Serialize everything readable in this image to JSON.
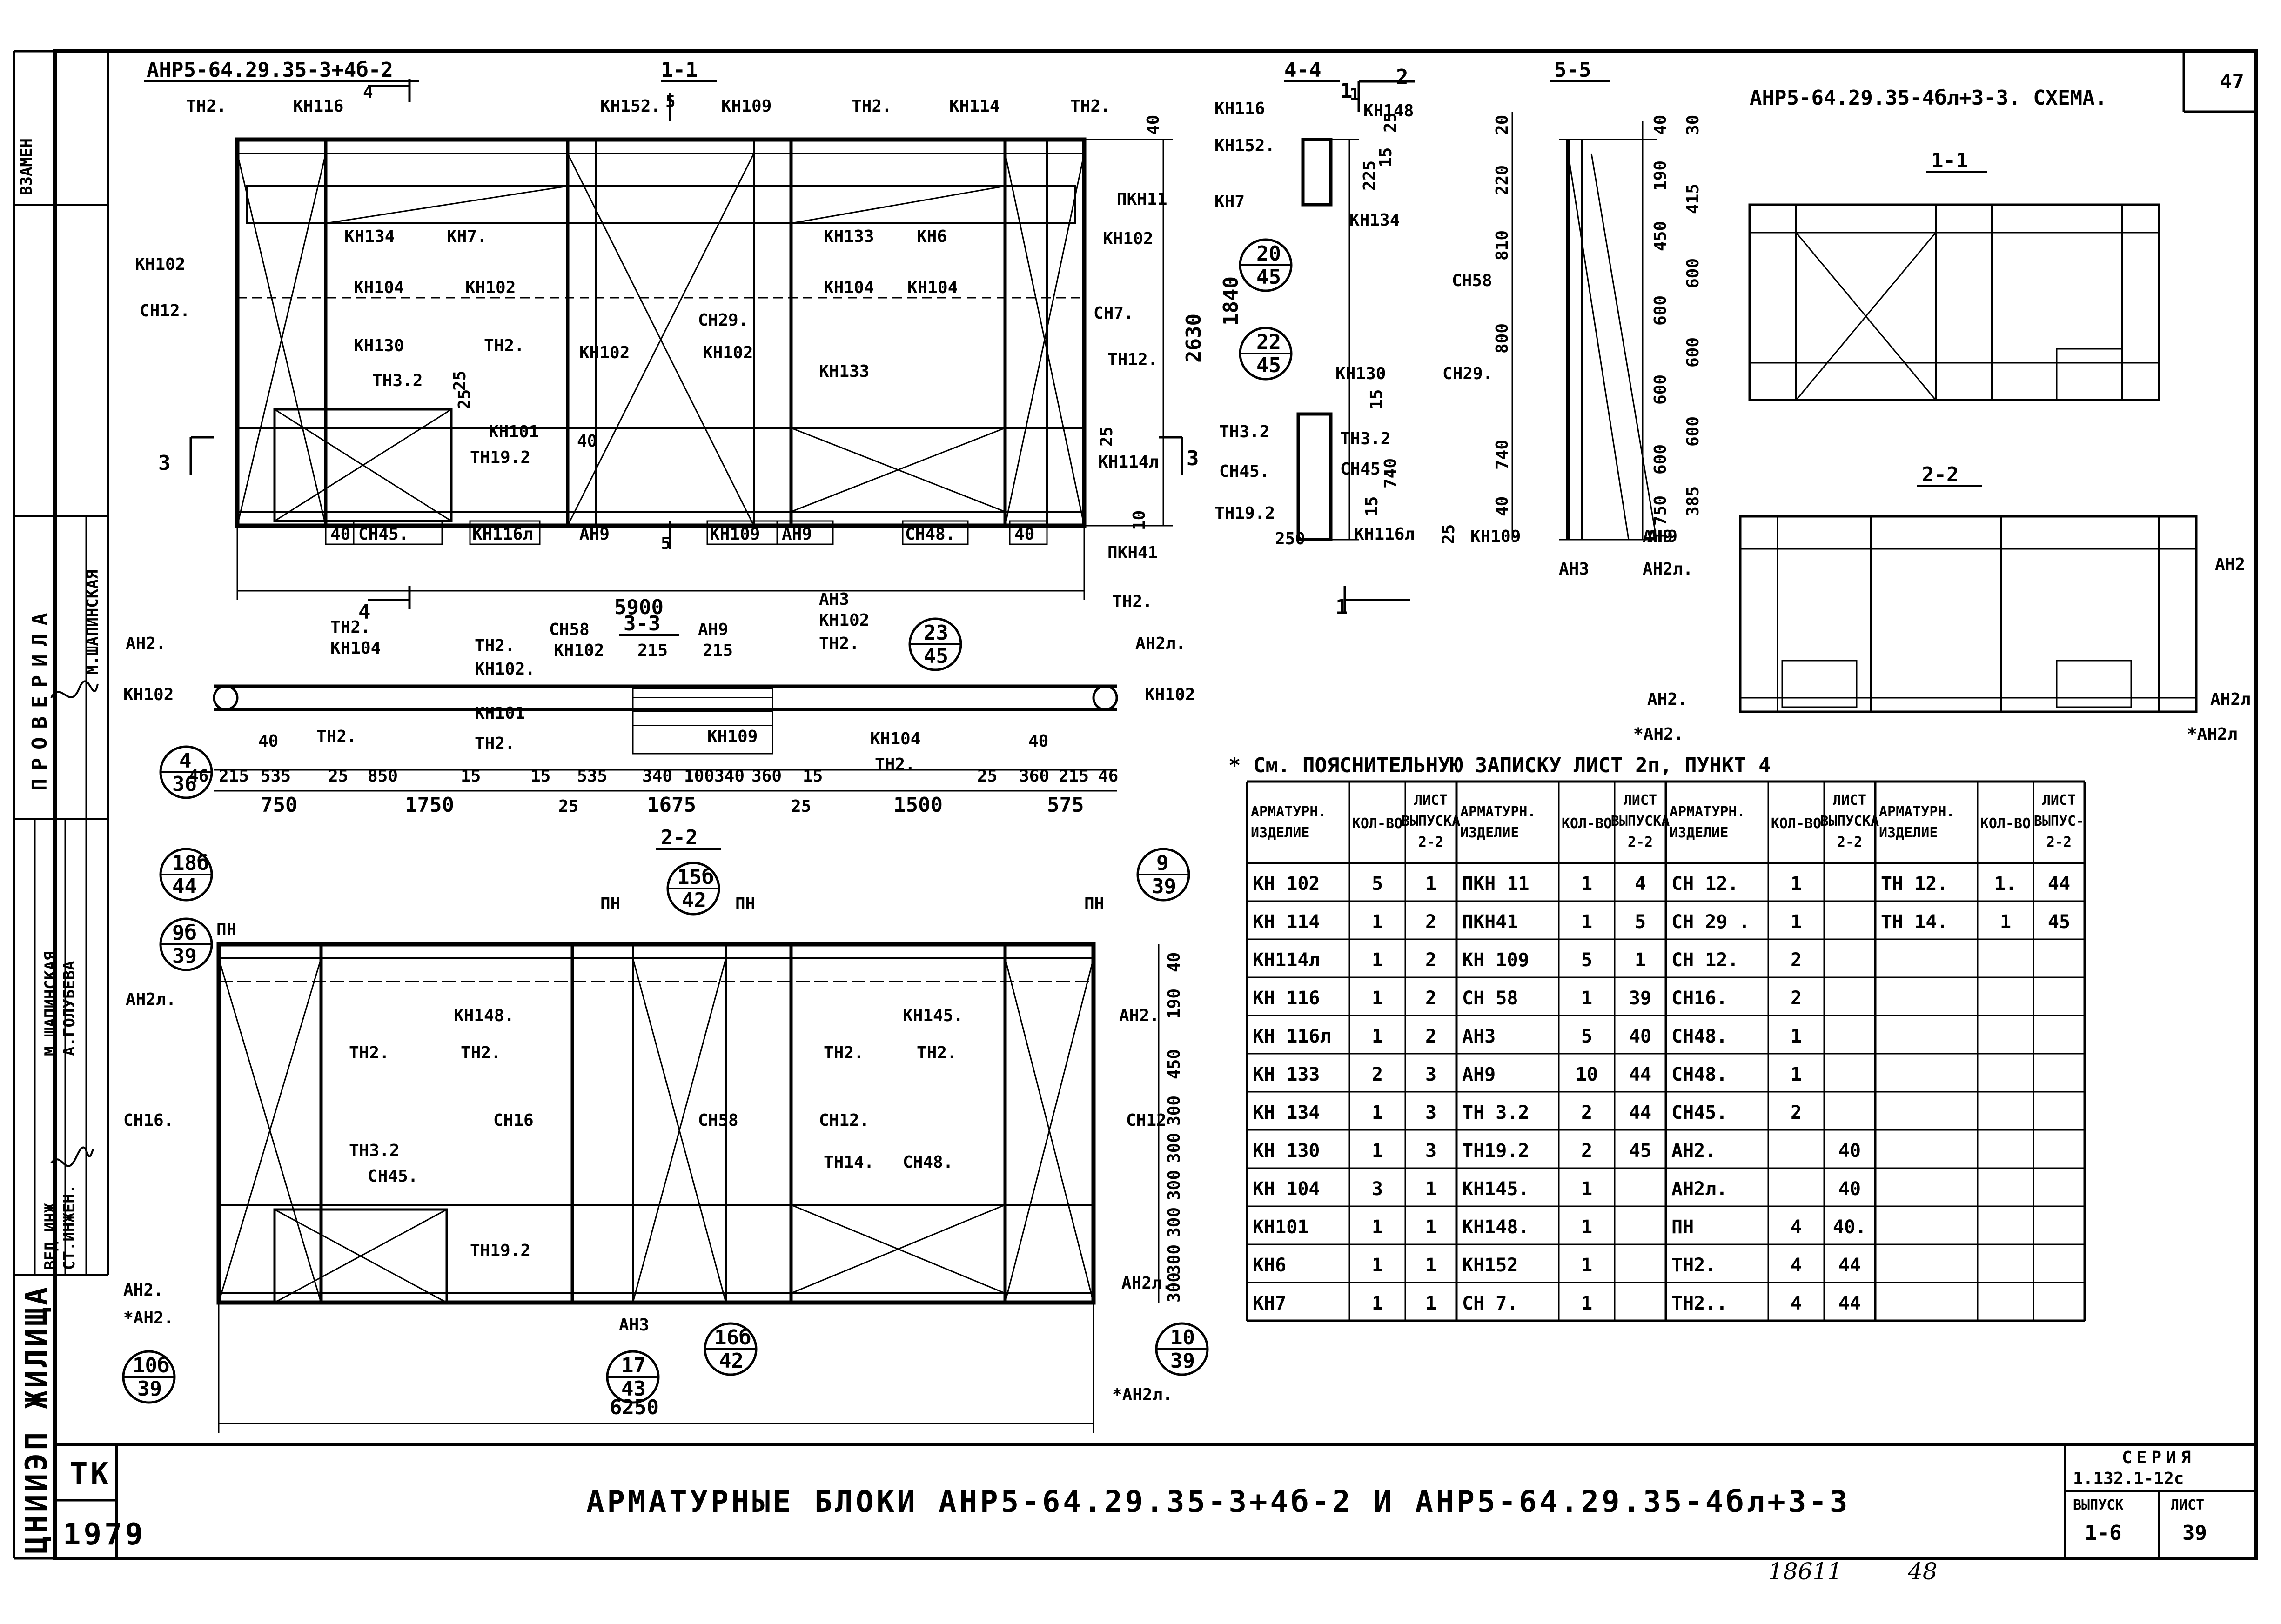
{
  "sheet": {
    "top_left_title": "АНР5-64.29.35-3+4б-2",
    "top_right_title": "АНР5-64.29.35-4бл+3-3. СХЕМА.",
    "page_corner": "47",
    "footnote": "* См. ПОЯСНИТЕЛЬНУЮ ЗАПИСКУ ЛИСТ 2п, ПУНКТ 4",
    "main_title": "АРМАТУРНЫЕ БЛОКИ АНР5-64.29.35-3+4б-2 И АНР5-64.29.35-4бл+3-3",
    "org_block": "ЦНИИЭП ЖИЛИЩА",
    "tk": "ТК",
    "year": "1979",
    "series_label": "СЕРИЯ",
    "series_value": "1.132.1-12с",
    "issue_label": "ВЫПУСК",
    "issue_value": "1-6",
    "sheet_label": "ЛИСТ",
    "sheet_value": "39",
    "bottom_numbers": [
      "18611",
      "48"
    ]
  },
  "stamp": {
    "vzamen": "ВЗАМЕН",
    "proverila": "ПРОВЕРИЛА",
    "rows": [
      {
        "role": "ВЕД.ИНЖ.",
        "name": "М.ШАПИНСКАЯ"
      },
      {
        "role": "ВЕД.ИНЖ.",
        "name": "М.ШАПИНСКАЯ"
      },
      {
        "role": "СТ.ИНЖЕН.",
        "name": "А.ГОЛУБЕВА"
      }
    ]
  },
  "sections": {
    "s11": "1-1",
    "s22": "2-2",
    "s33": "3-3",
    "s44": "4-4",
    "s55": "5-5",
    "schema_11": "1-1",
    "schema_22": "2-2"
  },
  "elevation_labels": [
    "ТН2.",
    "КН116",
    "КН152.",
    "КН109",
    "ТН2.",
    "КН114",
    "ТН2.",
    "КН102",
    "СН12.",
    "КН134",
    "КН7.",
    "КН133",
    "КН6",
    "ПКН11",
    "КН104",
    "КН102",
    "КН104",
    "КН104",
    "КН102",
    "СН7.",
    "КН130",
    "ТН2.",
    "КН102",
    "СН29.",
    "КН102",
    "КН133",
    "ТН12.",
    "ТН3.2",
    "КН101",
    "ТН19.2",
    "КН114л",
    "СН45.",
    "КН116л",
    "АН9",
    "КН109",
    "АН9",
    "СН48.",
    "ПКН41"
  ],
  "elevation_dims": [
    "5900",
    "2630",
    "40",
    "25",
    "40",
    "40",
    "25",
    "10",
    "40",
    "25",
    "4",
    "4",
    "5",
    "5",
    "3",
    "3"
  ],
  "section44": {
    "labels": [
      "КН116",
      "КН148",
      "КН152.",
      "КН7",
      "КН134",
      "КН130",
      "ТН3.2",
      "ТН3.2",
      "СН45.",
      "СН45.",
      "ТН19.2",
      "КН116л"
    ],
    "dims": [
      "1",
      "2",
      "225",
      "15",
      "25",
      "1840",
      "15",
      "740",
      "15",
      "250",
      "25",
      "1",
      "1"
    ],
    "circles": [
      {
        "top": "20",
        "bottom": "45"
      },
      {
        "top": "22",
        "bottom": "45"
      }
    ]
  },
  "section55": {
    "labels": [
      "СН58",
      "СН29.",
      "КН109",
      "АН3",
      "АН9"
    ],
    "dims_left": [
      "20",
      "220",
      "810",
      "800",
      "740",
      "40"
    ],
    "dims_right": [
      "40",
      "190",
      "450",
      "600",
      "600",
      "600",
      "750",
      "30",
      "415",
      "600",
      "600",
      "600",
      "385"
    ]
  },
  "plan": {
    "labels": [
      "АН2.",
      "КН102",
      "ТН2.",
      "КН104",
      "ТН2.",
      "ТН2.",
      "КН102.",
      "КН101",
      "ТН2.",
      "СН58",
      "КН102",
      "АН9",
      "АН3",
      "КН102",
      "ТН2.",
      "ТН2.",
      "АН2л.",
      "КН102",
      "КН104",
      "ТН2.",
      "КН109"
    ],
    "dims_top": [
      "46",
      "215",
      "535",
      "25",
      "850",
      "15",
      "15",
      "535",
      "340",
      "100",
      "340",
      "360",
      "15",
      "25",
      "360",
      "215",
      "46",
      "40",
      "40",
      "215",
      "215"
    ],
    "dims_bottom": [
      "750",
      "1750",
      "25",
      "1675",
      "25",
      "1500",
      "575"
    ],
    "circles": [
      {
        "top": "4",
        "bottom": "36"
      },
      {
        "top": "23",
        "bottom": "45"
      }
    ]
  },
  "lower_elevation": {
    "labels": [
      "ПН",
      "ПН",
      "ПН",
      "ПН",
      "АН2л.",
      "КН148.",
      "КН145.",
      "АН2.",
      "ТН2.",
      "ТН2.",
      "ТН2.",
      "ТН2.",
      "СН16.",
      "СН16",
      "СН58",
      "СН12.",
      "СН12",
      "ТН3.2",
      "СН45.",
      "ТН14.",
      "СН48.",
      "ТН19.2",
      "АН2.",
      "*АН2.",
      "АН3",
      "АН2л.",
      "*АН2л."
    ],
    "dims": [
      "40",
      "190",
      "450",
      "300",
      "300",
      "300",
      "300",
      "300",
      "300",
      "6250"
    ],
    "circles": [
      {
        "top": "18б",
        "bottom": "44"
      },
      {
        "top": "9б",
        "bottom": "39"
      },
      {
        "top": "15б",
        "bottom": "42"
      },
      {
        "top": "9",
        "bottom": "39"
      },
      {
        "top": "10б",
        "bottom": "39"
      },
      {
        "top": "17",
        "bottom": "43"
      },
      {
        "top": "16б",
        "bottom": "42"
      },
      {
        "top": "10",
        "bottom": "39"
      }
    ]
  },
  "schema_labels": [
    "АН9",
    "АН2л.",
    "АН2",
    "АН2.",
    "*АН2.",
    "АН2л",
    "*АН2л"
  ],
  "table": {
    "headers": [
      {
        "item": "АРМАТУРН. ИЗДЕЛИЕ",
        "qty": "КОЛ-ВО",
        "sheet": "ЛИСТ ВЫПУСКА 2-2"
      },
      {
        "item": "АРМАТУРН. ИЗДЕЛИЕ",
        "qty": "КОЛ-ВО",
        "sheet": "ЛИСТ ВЫПУСКА 2-2"
      },
      {
        "item": "АРМАТУРН. ИЗДЕЛИЕ",
        "qty": "КОЛ-ВО",
        "sheet": "ЛИСТ ВЫПУСКА 2-2"
      },
      {
        "item": "АРМАТУРН. ИЗДЕЛИЕ",
        "qty": "КОЛ-ВО",
        "sheet": "ЛИСТ ВЫПУС- 2-2"
      }
    ],
    "rows": [
      [
        [
          "КН 102",
          "5",
          "1"
        ],
        [
          "ПКН 11",
          "1",
          "4"
        ],
        [
          "СН 12.",
          "1",
          ""
        ],
        [
          "ТН 12.",
          "1.",
          "44"
        ]
      ],
      [
        [
          "КН 114",
          "1",
          "2"
        ],
        [
          "ПКН41",
          "1",
          "5"
        ],
        [
          "СН 29 .",
          "1",
          ""
        ],
        [
          "ТН 14.",
          "1",
          "45"
        ]
      ],
      [
        [
          "КН114л",
          "1",
          "2"
        ],
        [
          "КН 109",
          "5",
          "1"
        ],
        [
          "СН 12.",
          "2",
          ""
        ],
        [
          "",
          "",
          ""
        ]
      ],
      [
        [
          "КН 116",
          "1",
          "2"
        ],
        [
          "СН 58",
          "1",
          "39"
        ],
        [
          "СН16.",
          "2",
          ""
        ],
        [
          "",
          "",
          ""
        ]
      ],
      [
        [
          "КН 116л",
          "1",
          "2"
        ],
        [
          "АН3",
          "5",
          "40"
        ],
        [
          "СН48.",
          "1",
          ""
        ],
        [
          "",
          "",
          ""
        ]
      ],
      [
        [
          "КН 133",
          "2",
          "3"
        ],
        [
          "АН9",
          "10",
          "44"
        ],
        [
          "СН48.",
          "1",
          ""
        ],
        [
          "",
          "",
          ""
        ]
      ],
      [
        [
          "КН 134",
          "1",
          "3"
        ],
        [
          "ТН 3.2",
          "2",
          "44"
        ],
        [
          "СН45.",
          "2",
          ""
        ],
        [
          "",
          "",
          ""
        ]
      ],
      [
        [
          "КН 130",
          "1",
          "3"
        ],
        [
          "ТН19.2",
          "2",
          "45"
        ],
        [
          "АН2.",
          "",
          "40"
        ],
        [
          "",
          "",
          ""
        ]
      ],
      [
        [
          "КН 104",
          "3",
          "1"
        ],
        [
          "КН145.",
          "1",
          ""
        ],
        [
          "АН2л.",
          "",
          "40"
        ],
        [
          "",
          "",
          ""
        ]
      ],
      [
        [
          "КН101",
          "1",
          "1"
        ],
        [
          "КН148.",
          "1",
          ""
        ],
        [
          "ПН",
          "4",
          "40."
        ],
        [
          "",
          "",
          ""
        ]
      ],
      [
        [
          "КН6",
          "1",
          "1"
        ],
        [
          "КН152",
          "1",
          ""
        ],
        [
          "ТН2.",
          "4",
          "44"
        ],
        [
          "",
          "",
          ""
        ]
      ],
      [
        [
          "КН7",
          "1",
          "1"
        ],
        [
          "СН 7.",
          "1",
          ""
        ],
        [
          "ТН2..",
          "4",
          "44"
        ],
        [
          "",
          "",
          ""
        ]
      ]
    ]
  }
}
